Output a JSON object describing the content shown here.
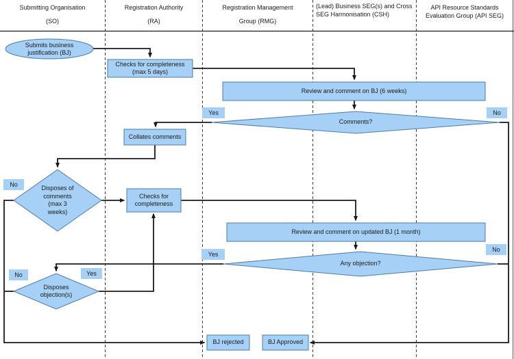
{
  "lanes": [
    {
      "line1": "Submitting Organisation",
      "line2": "(SO)"
    },
    {
      "line1": "Registration Authority",
      "line2": "(RA)"
    },
    {
      "line1": "Registration Management",
      "line2": "Group (RMG)"
    },
    {
      "line1": "(Lead) Business SEG(s) and Cross",
      "line2": "SEG  Harmonisation (CSH)"
    },
    {
      "line1": "API Resource Standards",
      "line2": "Evaluation Group (API SEG)"
    }
  ],
  "nodes": {
    "submit_bj": {
      "label": "Submits business\njustification (BJ)"
    },
    "check_completeness_1": {
      "label": "Checks for completeness\n(max 5 days)"
    },
    "review_bj": {
      "label": "Review and comment on BJ (6 weeks)"
    },
    "comments_decision": {
      "label": "Comments?"
    },
    "collate_comments": {
      "label": "Collates comments"
    },
    "dispose_comments_decision": {
      "label": "Disposes of\ncomments\n(max 3\nweeks)"
    },
    "check_completeness_2": {
      "label": "Checks for\ncompleteness"
    },
    "review_updated_bj": {
      "label": "Review and comment on updated BJ (1 month)"
    },
    "objection_decision": {
      "label": "Any objection?"
    },
    "dispose_objections_decision": {
      "label": "Disposes\nobjection(s)"
    },
    "bj_rejected": {
      "label": "BJ rejected"
    },
    "bj_approved": {
      "label": "BJ Approved"
    }
  },
  "branch_labels": {
    "yes": "Yes",
    "no": "No"
  },
  "colors": {
    "node_fill": "#A6D0F5",
    "node_border": "#4D7BA8",
    "flow_line": "#1A1A1A",
    "label_fill": "#A6D0F5",
    "text": "#1A1A1A",
    "lane_divider": "#3A3A3A"
  }
}
